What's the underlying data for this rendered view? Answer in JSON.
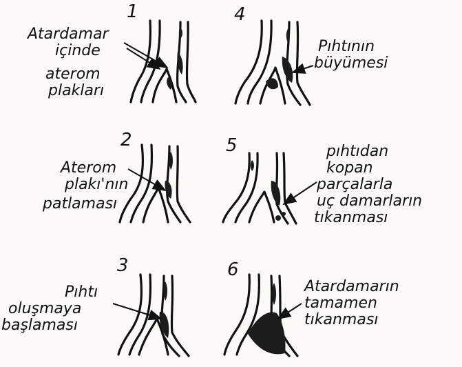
{
  "panels": [
    {
      "number": "1",
      "label": [
        "Atardamar",
        "içinde",
        "aterom",
        "plakları"
      ]
    },
    {
      "number": "2",
      "label": [
        "Aterom",
        "plakı'nın",
        "patlaması"
      ]
    },
    {
      "number": "3",
      "label": [
        "Pıhtı",
        "oluşmaya",
        "başlaması"
      ]
    },
    {
      "number": "4",
      "label": [
        "Pıhtının",
        "büyümesi"
      ]
    },
    {
      "number": "5",
      "label": [
        "pıhtıdan",
        "kopan",
        "parçalarla",
        "uç  damarların",
        "tıkanması"
      ]
    },
    {
      "number": "6",
      "label": [
        "Atardamarın",
        "tamamen",
        "tıkanması"
      ]
    }
  ]
}
